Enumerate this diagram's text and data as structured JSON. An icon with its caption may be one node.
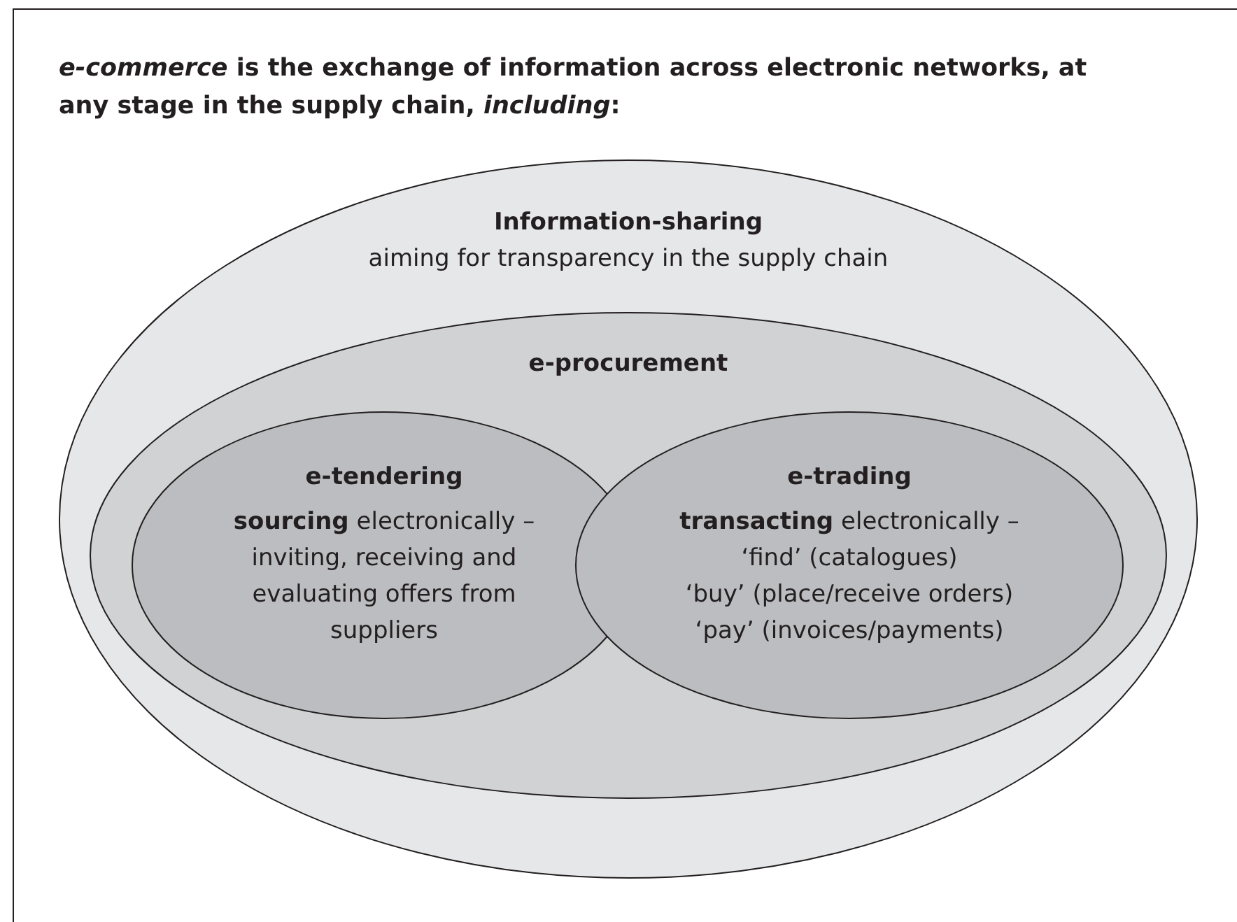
{
  "diagram": {
    "title": "*e-commerce* is the exchange of information across electronic networks, at any stage in the supply chain, *including*:",
    "nodes": [
      {
        "text": [
          "Information-sharing",
          "aiming for transparency in the supply chain"
        ]
      },
      {
        "text": [
          "e-procurement"
        ],
        "in": 0
      },
      {
        "text": [
          "e-tendering",
          "**sourcing** electronically – inviting, receiving and evaluating offers from suppliers"
        ],
        "in": 1
      },
      {
        "text": [
          "e-trading",
          "**transacting** electronically –",
          "‘find’ (catalogues)",
          "‘buy’ (place/receive orders)",
          "‘pay’ (invoices/payments)"
        ],
        "in": 1
      }
    ],
    "edges": []
  }
}
